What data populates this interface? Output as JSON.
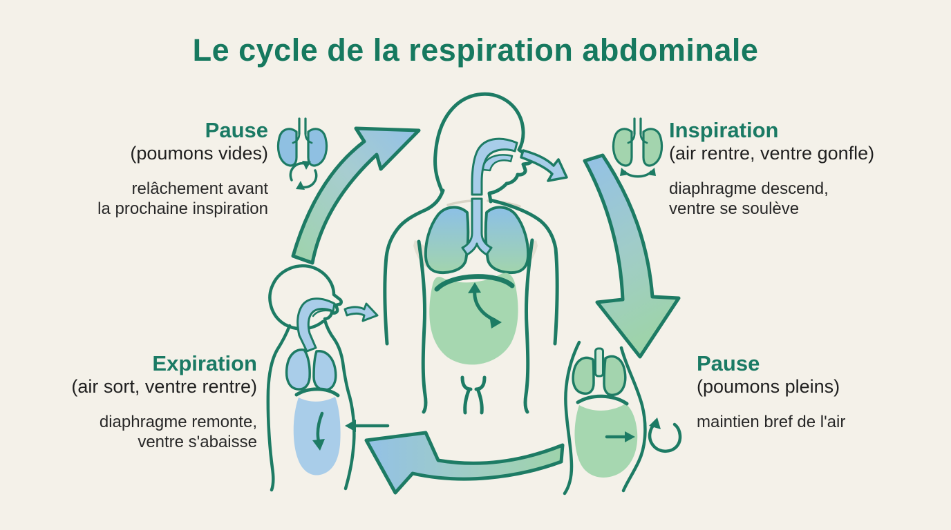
{
  "title": "Le cycle de la respiration abdominale",
  "stages": {
    "top_left": {
      "title": "Pause",
      "subtitle": "(poumons vides)",
      "desc": [
        "relâchement avant",
        "la prochaine inspiration"
      ]
    },
    "top_right": {
      "title": "Inspiration",
      "subtitle": "(air rentre, ventre gonfle)",
      "desc": [
        "diaphragme descend,",
        "ventre se soulève"
      ]
    },
    "bottom_left": {
      "title": "Expiration",
      "subtitle": "(air sort, ventre rentre)",
      "desc": [
        "diaphragme remonte,",
        "ventre s'abaisse"
      ]
    },
    "bottom_right": {
      "title": "Pause",
      "subtitle": "(poumons pleins)",
      "desc": [
        "maintien bref de l'air"
      ]
    }
  },
  "icons": {
    "lungs_empty": "lungs-empty-icon",
    "cycle": "cycle-arrows-icon",
    "lungs_full": "lungs-expand-icon",
    "expand": "expand-arc-icon"
  },
  "colors": {
    "background": "#f4f1e9",
    "accent_teal": "#16795f",
    "outline_teal": "#1d7b64",
    "blue": "#93c1e6",
    "green": "#9ed3ab",
    "text_dark": "#1f1f1f",
    "shading_gray": "#e3dfd2"
  }
}
